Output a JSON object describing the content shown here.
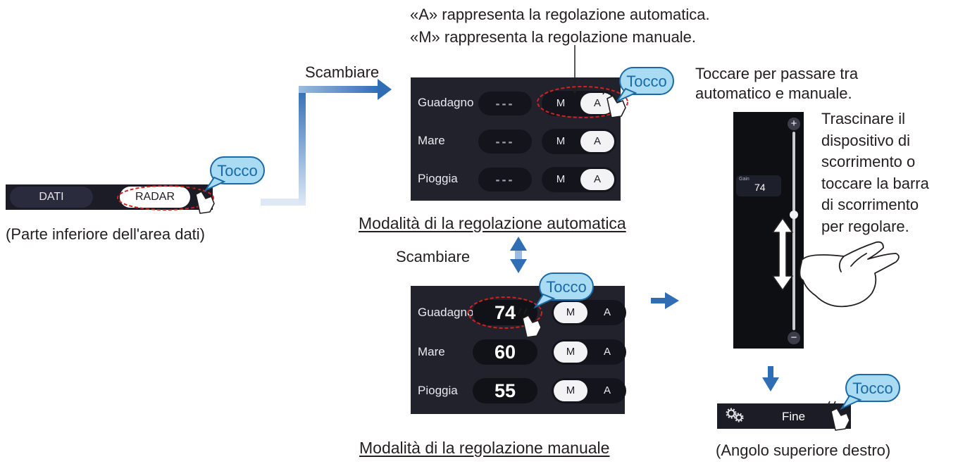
{
  "annotations": {
    "line1": "«A» rappresenta la regolazione automatica.",
    "line2": "«M» rappresenta la regolazione manuale.",
    "scambiare_top": "Scambiare",
    "scambiare_mid": "Scambiare",
    "toggle_hint_1": "Toccare per passare tra",
    "toggle_hint_2": "automatico e manuale.",
    "slider_hint": [
      "Trascinare il",
      "dispositivo di",
      "scorrimento o",
      "toccare la barra",
      "di scorrimento",
      "per regolare."
    ],
    "bottom_caption": "(Parte inferiore dell'area dati)",
    "auto_caption": "Modalità di la regolazione automatica",
    "manual_caption": "Modalità di la regolazione manuale",
    "corner_caption": "(Angolo superiore destro)",
    "tap": "Tocco"
  },
  "bottom_bar": {
    "dati": "DATI",
    "radar": "RADAR"
  },
  "auto_panel": {
    "rows": [
      {
        "label": "Guadagno",
        "value": "---",
        "m": "M",
        "a": "A"
      },
      {
        "label": "Mare",
        "value": "---",
        "m": "M",
        "a": "A"
      },
      {
        "label": "Pioggia",
        "value": "---",
        "m": "M",
        "a": "A"
      }
    ]
  },
  "manual_panel": {
    "rows": [
      {
        "label": "Guadagno",
        "value": "74",
        "m": "M",
        "a": "A"
      },
      {
        "label": "Mare",
        "value": "60",
        "m": "M",
        "a": "A"
      },
      {
        "label": "Pioggia",
        "value": "55",
        "m": "M",
        "a": "A"
      }
    ]
  },
  "slider": {
    "plus": "+",
    "minus": "−",
    "label": "Gain",
    "value": "74",
    "level": 0.58
  },
  "fine_bar": {
    "done": "Fine",
    "icon": "gears-icon"
  },
  "colors": {
    "arrow": "#2f6db5",
    "bubble": "#1b6aa5",
    "bubble_fill": "#a9dcf2",
    "ellipse": "#d6201f",
    "panel": "#21222c"
  }
}
